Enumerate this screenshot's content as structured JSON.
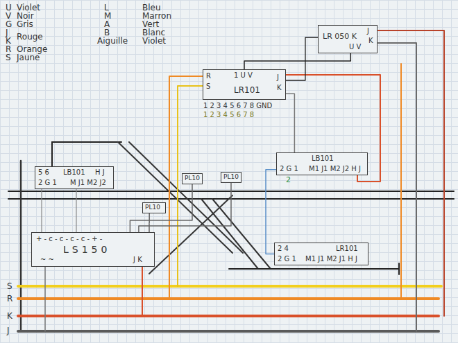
{
  "diagram": {
    "nodes": [
      {
        "text": [
          "LR 050 K",
          "J",
          "K",
          "U V"
        ]
      },
      {
        "text": [
          "R",
          "S",
          "1 U V",
          "J",
          "K",
          "LR101"
        ]
      },
      {
        "text": [
          "LB101",
          "2 G 1",
          "M1 J1 M2 J2 H J"
        ]
      },
      {
        "text": [
          "5 6",
          "LB101",
          "H J",
          "2 G 1",
          "M J1 M2 J2"
        ]
      },
      {
        "text": [
          "PL10"
        ]
      },
      {
        "text": [
          "PL10"
        ]
      },
      {
        "text": [
          "PL10"
        ]
      },
      {
        "text": [
          "+ - c - c - c - c - + -",
          "LS150",
          "~ ~",
          "J K"
        ]
      },
      {
        "text": [
          "2 4",
          "LR101",
          "2 G 1",
          "M1 J1 M2 J1 H J"
        ]
      }
    ],
    "edges": [
      {
        "from": 1,
        "to": 0,
        "arrow": "none"
      },
      {
        "from": 1,
        "to": 2,
        "arrow": "none"
      },
      {
        "from": 2,
        "to": 8,
        "arrow": "none"
      },
      {
        "from": 7,
        "to": 6,
        "arrow": "none"
      },
      {
        "from": 7,
        "to": 4,
        "arrow": "none"
      },
      {
        "from": 7,
        "to": 5,
        "arrow": "none"
      }
    ],
    "labels": [
      "U",
      "V",
      "G",
      "J",
      "K",
      "R",
      "S",
      "Violet",
      "Noir",
      "Gris",
      "Rouge",
      "Orange",
      "Jaune",
      "L",
      "M",
      "A",
      "B",
      "Aiguille",
      "Bleu",
      "Marron",
      "Vert",
      "Blanc",
      "Violet",
      "1 2 3 4 5 6 7 8 GND",
      "1 2 3 4 5 6 7 8",
      "S",
      "R",
      "K",
      "J",
      "2"
    ]
  }
}
